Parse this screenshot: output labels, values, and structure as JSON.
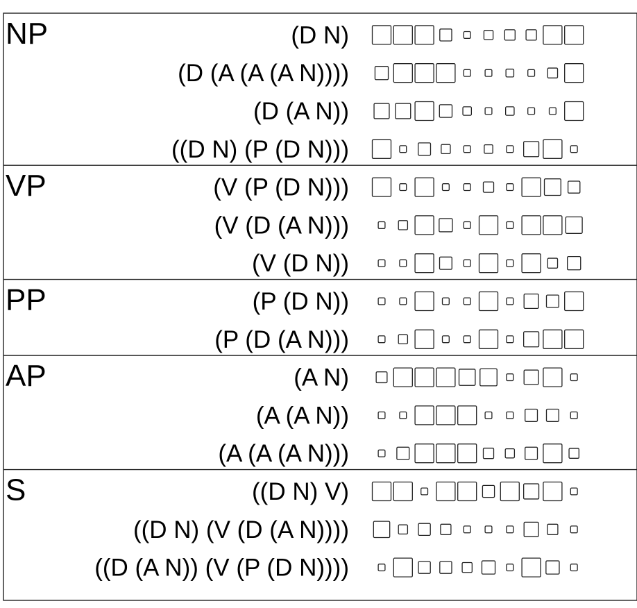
{
  "chart_data": {
    "type": "heatmap",
    "mark": "square-size-proportional-to-value",
    "columns": 10,
    "color": "#000000",
    "groups": [
      {
        "name": "NP",
        "rows": [
          {
            "label": "(D N)",
            "values": [
              1,
              1,
              1,
              0.35,
              0.08,
              0.18,
              0.25,
              0.25,
              1,
              1
            ]
          },
          {
            "label": "(D (A (A (A N))))",
            "values": [
              0.45,
              1,
              1,
              1,
              0.08,
              0.08,
              0.12,
              0.08,
              0.22,
              1
            ]
          },
          {
            "label": "(D (A N))",
            "values": [
              0.62,
              0.62,
              1,
              0.4,
              0.15,
              0.08,
              0.15,
              0.08,
              0.08,
              1
            ]
          },
          {
            "label": "((D N) (P (D N)))",
            "values": [
              1,
              0.08,
              0.38,
              0.18,
              0.08,
              0.15,
              0.08,
              0.62,
              1,
              0.08
            ]
          }
        ]
      },
      {
        "name": "VP",
        "rows": [
          {
            "label": "(V (P (D N)))",
            "values": [
              1,
              0.08,
              1,
              0.08,
              0.08,
              0.25,
              0.08,
              1,
              0.75,
              0.35
            ]
          },
          {
            "label": "(V (D (A N)))",
            "values": [
              0.08,
              0.18,
              1,
              0.45,
              0.08,
              1,
              0.08,
              1,
              1,
              0.75
            ]
          },
          {
            "label": "(V (D N))",
            "values": [
              0.08,
              0.08,
              1,
              0.38,
              0.08,
              1,
              0.08,
              1,
              0.22,
              0.45
            ]
          }
        ]
      },
      {
        "name": "PP",
        "rows": [
          {
            "label": "(P (D N))",
            "values": [
              0.08,
              0.08,
              1,
              0.08,
              0.08,
              1,
              0.08,
              0.55,
              0.38,
              1
            ]
          },
          {
            "label": "(P (D (A N)))",
            "values": [
              0.08,
              0.18,
              1,
              0.08,
              0.08,
              1,
              0.08,
              0.62,
              1,
              1
            ]
          }
        ]
      },
      {
        "name": "AP",
        "rows": [
          {
            "label": "(A N)",
            "values": [
              0.28,
              1,
              1,
              1,
              0.72,
              0.8,
              0.08,
              0.55,
              1,
              0.08
            ]
          },
          {
            "label": "(A (A N))",
            "values": [
              0.08,
              0.08,
              1,
              1,
              1,
              0.08,
              0.08,
              0.38,
              0.38,
              0.08
            ]
          },
          {
            "label": "(A (A (A N)))",
            "values": [
              0.08,
              0.38,
              1,
              1,
              1,
              0.25,
              0.18,
              0.38,
              1,
              0.22
            ]
          }
        ]
      },
      {
        "name": "S",
        "rows": [
          {
            "label": "((D N) V)",
            "values": [
              1,
              1,
              0.08,
              1,
              1,
              0.35,
              1,
              0.62,
              1,
              0.08
            ]
          },
          {
            "label": "((D N) (V (D (A N))))",
            "values": [
              0.72,
              0.18,
              0.35,
              0.25,
              0.08,
              0.08,
              0.08,
              0.55,
              0.25,
              0.08
            ]
          },
          {
            "label": "((D (A N)) (V (P (D N))))",
            "values": [
              0.08,
              1,
              0.35,
              0.35,
              0.22,
              0.45,
              0.08,
              1,
              0.45,
              0.08
            ]
          }
        ]
      }
    ]
  }
}
